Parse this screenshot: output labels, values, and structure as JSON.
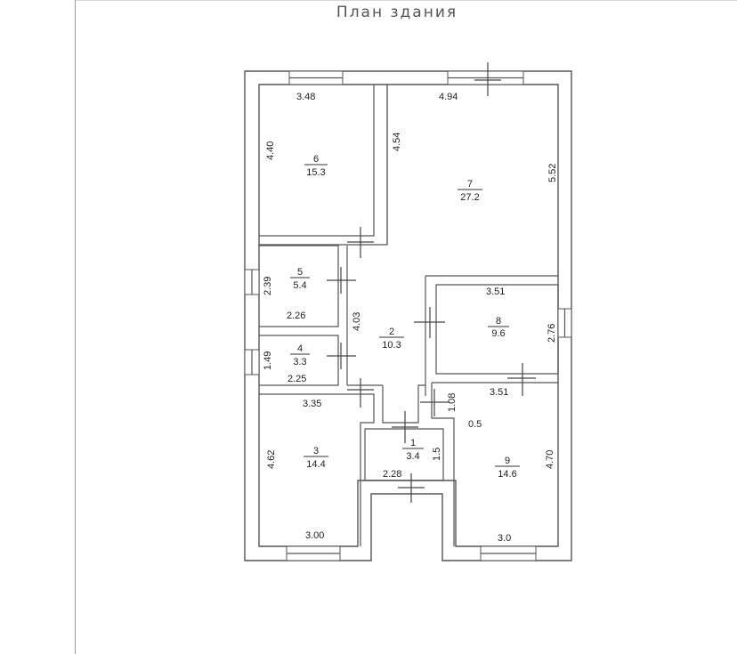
{
  "plan": {
    "title": "План здания",
    "rooms": [
      {
        "id": "6",
        "number": "6",
        "area": "15.3"
      },
      {
        "id": "7",
        "number": "7",
        "area": "27.2"
      },
      {
        "id": "5",
        "number": "5",
        "area": "5.4"
      },
      {
        "id": "4",
        "number": "4",
        "area": "3.3"
      },
      {
        "id": "2",
        "number": "2",
        "area": "10.3"
      },
      {
        "id": "8",
        "number": "8",
        "area": "9.6"
      },
      {
        "id": "3",
        "number": "3",
        "area": "14.4"
      },
      {
        "id": "1",
        "number": "1",
        "area": "3.4"
      },
      {
        "id": "9",
        "number": "9",
        "area": "14.6"
      }
    ],
    "dimensions": {
      "r6_width": "3.48",
      "r6_height": "4.40",
      "r7_width": "4.94",
      "r7_left": "4.54",
      "r7_right": "5.52",
      "r5_height": "2.39",
      "r5_width": "2.26",
      "r4_height": "1.49",
      "r4_width": "2.25",
      "r2_height": "4.03",
      "r8_width_top": "3.51",
      "r8_height": "2.76",
      "r8_width_bottom": "3.51",
      "corr_height": "1.08",
      "corr_width": "0.5",
      "r3_width_top": "3.35",
      "r3_height": "4.62",
      "r3_width_bottom": "3.00",
      "r1_height": "1.5",
      "r1_width": "2.28",
      "r9_height": "4.70",
      "r9_width": "3.0"
    }
  }
}
